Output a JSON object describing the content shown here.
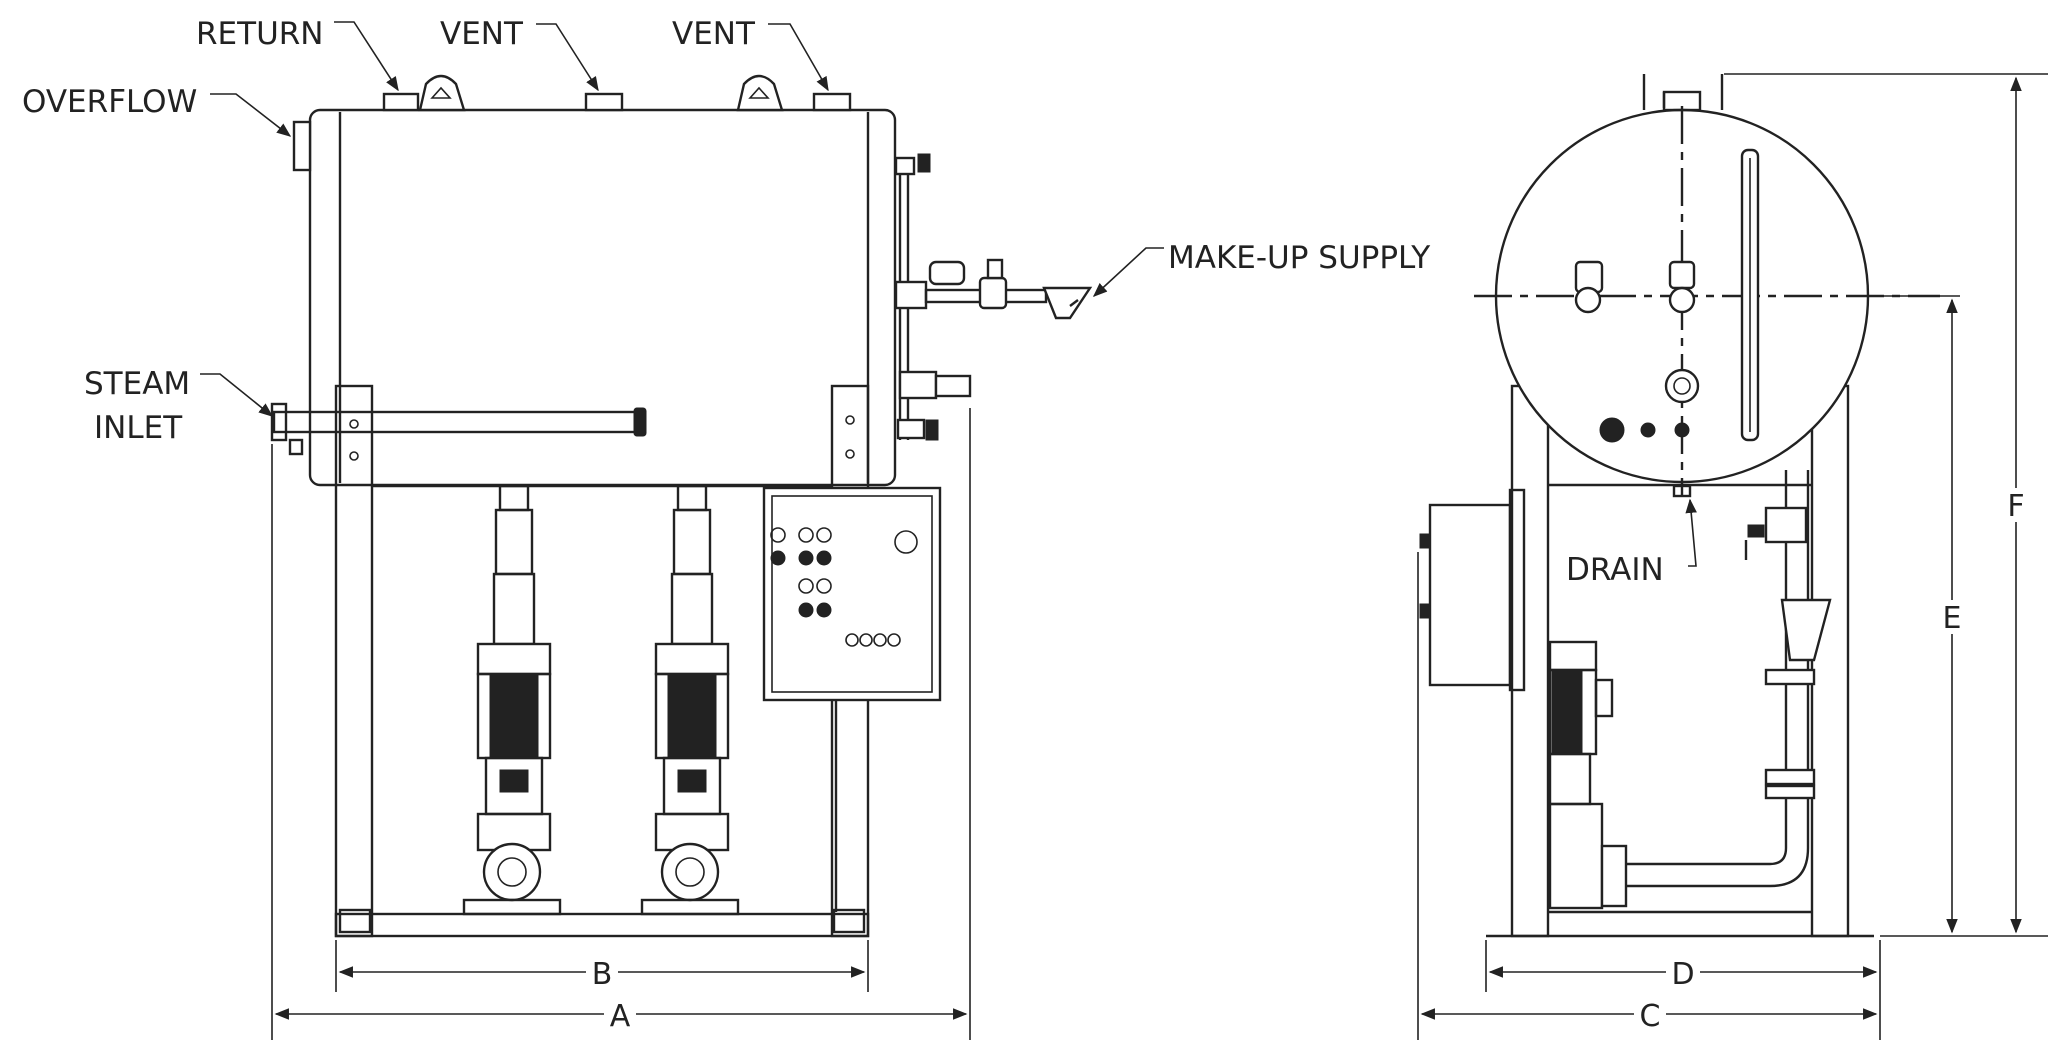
{
  "labels": {
    "return": "RETURN",
    "vent_1": "VENT",
    "vent_2": "VENT",
    "overflow": "OVERFLOW",
    "makeup_supply": "MAKE-UP SUPPLY",
    "steam_inlet_line1": "STEAM",
    "steam_inlet_line2": "INLET",
    "drain": "DRAIN"
  },
  "dimensions": {
    "a": "A",
    "b": "B",
    "c": "C",
    "d": "D",
    "e": "E",
    "f": "F"
  },
  "colors": {
    "line": "#222222",
    "background": "#ffffff"
  }
}
